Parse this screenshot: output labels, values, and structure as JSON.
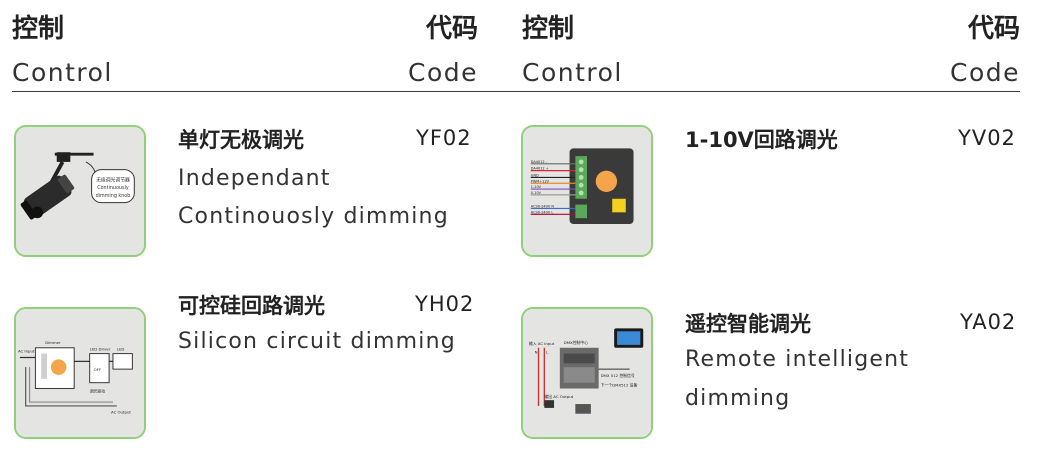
{
  "header": {
    "control_zh": "控制",
    "control_en": "Control",
    "code_zh": "代码",
    "code_en": "Code"
  },
  "items": [
    {
      "title_zh": "单灯无极调光",
      "title_en_1": "Independant",
      "title_en_2": "Continouosly dimming",
      "code": "YF02",
      "thumb_text_1": "无级调光调节器",
      "thumb_text_2": "Continuously",
      "thumb_text_3": "dimming knob"
    },
    {
      "title_zh": "1-10V回路调光",
      "code": "YV02",
      "thumb_labels": [
        "DA4012 -",
        "DA4012 +",
        "GND",
        "PWM+12V",
        "1-10V",
        "0-10V",
        "AC90-240V N",
        "AC90-240V L"
      ]
    },
    {
      "title_zh": "可控硅回路调光",
      "title_en_1": "Silicon circuit dimming",
      "code": "YH02",
      "thumb_labels": [
        "AC Input",
        "Dimmer",
        "LED Driver",
        "LED",
        "OFF",
        "调光驱动",
        "AC Output"
      ]
    },
    {
      "title_zh": "遥控智能调光",
      "title_en_1": "Remote intelligent",
      "title_en_2": "dimming",
      "code": "YA02",
      "thumb_labels": [
        "输入 AC Input",
        "DMX控制中心",
        "DMX 512 控制信号",
        "下一个DMX512 设备",
        "输出 AC Output",
        "N",
        "L"
      ]
    }
  ],
  "colors": {
    "thumb_border": "#8fd07a",
    "thumb_bg": "#e4e4e2",
    "rule": "#3a3a3a"
  }
}
